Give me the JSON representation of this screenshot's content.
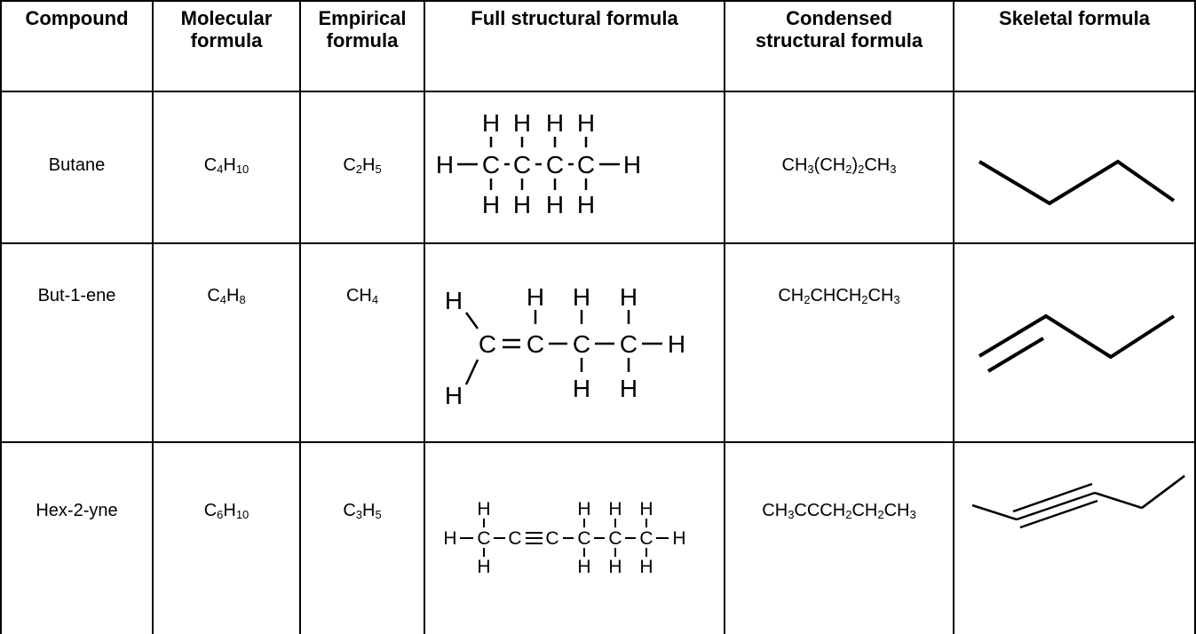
{
  "headers": {
    "compound": "Compound",
    "molecular_1": "Molecular",
    "molecular_2": "formula",
    "empirical_1": "Empirical",
    "empirical_2": "formula",
    "full": "Full structural formula",
    "condensed_1": "Condensed",
    "condensed_2": "structural formula",
    "skeletal": "Skeletal formula"
  },
  "rows": [
    {
      "name": "Butane",
      "molecular": [
        {
          "t": "C",
          "s": "4"
        },
        {
          "t": "H",
          "s": "10"
        }
      ],
      "empirical": [
        {
          "t": "C",
          "s": "2"
        },
        {
          "t": "H",
          "s": "5"
        }
      ],
      "condensed": [
        {
          "t": "CH",
          "s": "3"
        },
        {
          "t": "(CH",
          "s": "2"
        },
        {
          "t": ")",
          "s": "2"
        },
        {
          "t": "CH",
          "s": "3"
        }
      ],
      "structure": {
        "H": "H",
        "C": "C"
      }
    },
    {
      "name": "But-1-ene",
      "molecular": [
        {
          "t": "C",
          "s": "4"
        },
        {
          "t": "H",
          "s": "8"
        }
      ],
      "empirical": [
        {
          "t": "CH",
          "s": "4"
        }
      ],
      "condensed": [
        {
          "t": "CH",
          "s": "2"
        },
        {
          "t": "CHCH",
          "s": "2"
        },
        {
          "t": "CH",
          "s": "3"
        }
      ],
      "structure": {
        "H": "H",
        "C": "C"
      }
    },
    {
      "name": "Hex-2-yne",
      "molecular": [
        {
          "t": "C",
          "s": "6"
        },
        {
          "t": "H",
          "s": "10"
        }
      ],
      "empirical": [
        {
          "t": "C",
          "s": "3"
        },
        {
          "t": "H",
          "s": "5"
        }
      ],
      "condensed": [
        {
          "t": "CH",
          "s": "3"
        },
        {
          "t": "CCCH",
          "s": "2"
        },
        {
          "t": "CH",
          "s": "2"
        },
        {
          "t": "CH",
          "s": "3"
        }
      ],
      "structure": {
        "H": "H",
        "C": "C"
      }
    }
  ]
}
